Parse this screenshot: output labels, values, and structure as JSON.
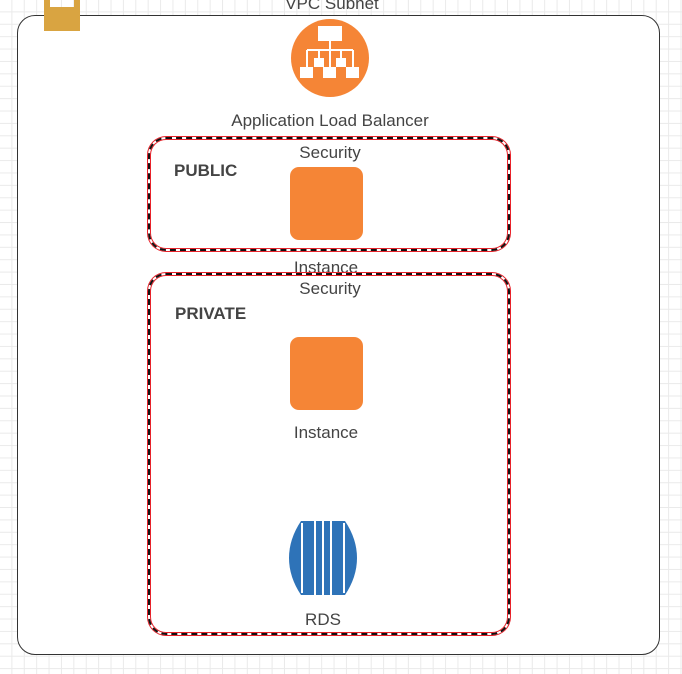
{
  "vpc": {
    "title": "VPC Subnet"
  },
  "load_balancer": {
    "label": "Application Load Balancer",
    "icon": "load-balancer-icon",
    "color": "#f58536"
  },
  "public_group": {
    "title": "PUBLIC",
    "security_label": "Security",
    "instance_label": "Instance"
  },
  "private_group": {
    "title": "PRIVATE",
    "security_label": "Security",
    "instance_label": "Instance"
  },
  "database": {
    "label": "RDS",
    "icon": "rds-database-icon",
    "color": "#2e73b8"
  },
  "colors": {
    "instance": "#f58536",
    "lock": "#d9a441",
    "security_group_border": "#e8232b"
  }
}
